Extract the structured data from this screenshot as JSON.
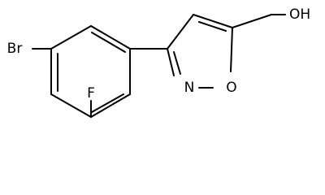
{
  "atoms": {
    "br": "Br",
    "f": "F",
    "n": "N",
    "o": "O",
    "oh": "OH"
  },
  "colors": {
    "bond": "#000000",
    "text": "#000000",
    "background": "#ffffff"
  }
}
